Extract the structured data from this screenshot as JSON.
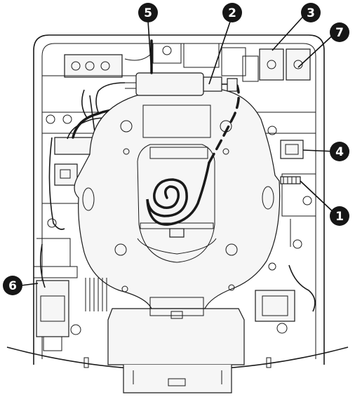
{
  "colors": {
    "line": "#1a1a1a",
    "callout_fill": "#161616",
    "callout_text": "#ffffff",
    "background": "#ffffff"
  },
  "callouts": [
    {
      "id": "c1",
      "number": "1"
    },
    {
      "id": "c2",
      "number": "2"
    },
    {
      "id": "c3",
      "number": "3"
    },
    {
      "id": "c4",
      "number": "4"
    },
    {
      "id": "c5",
      "number": "5"
    },
    {
      "id": "c6",
      "number": "6"
    },
    {
      "id": "c7",
      "number": "7"
    }
  ]
}
